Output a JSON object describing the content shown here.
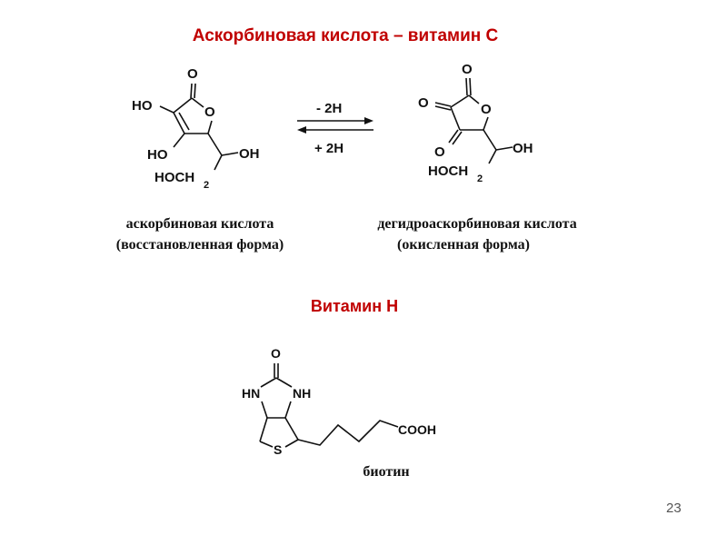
{
  "slide": {
    "title_top": "Аскорбиновая кислота – витамин С",
    "title_mid": "Витамин Н",
    "page_number": "23",
    "accent_color": "#c00000"
  },
  "ascorbic": {
    "atoms": {
      "o_carbonyl": "O",
      "ho_top": "HO",
      "o_ring": "O",
      "ho_bottom": "HO",
      "oh_side": "OH",
      "hoch": "HOCH",
      "sub2": "2"
    },
    "caption_line1": "аскорбиновая кислота",
    "caption_line2": "(восстановленная форма)"
  },
  "reaction": {
    "forward_label": "- 2H",
    "reverse_label": "+ 2H"
  },
  "dehydro": {
    "atoms": {
      "o_top": "O",
      "o_left": "O",
      "o_ring": "O",
      "o_bottom": "O",
      "oh_side": "OH",
      "hoch": "HOCH",
      "sub2": "2"
    },
    "caption_line1": "дегидроаскорбиновая кислота",
    "caption_line2": "(окисленная форма)"
  },
  "biotin": {
    "atoms": {
      "o_top": "O",
      "hn_left": "HN",
      "nh_right": "NH",
      "s_ring": "S",
      "cooh": "COOH"
    },
    "caption": "биотин"
  }
}
